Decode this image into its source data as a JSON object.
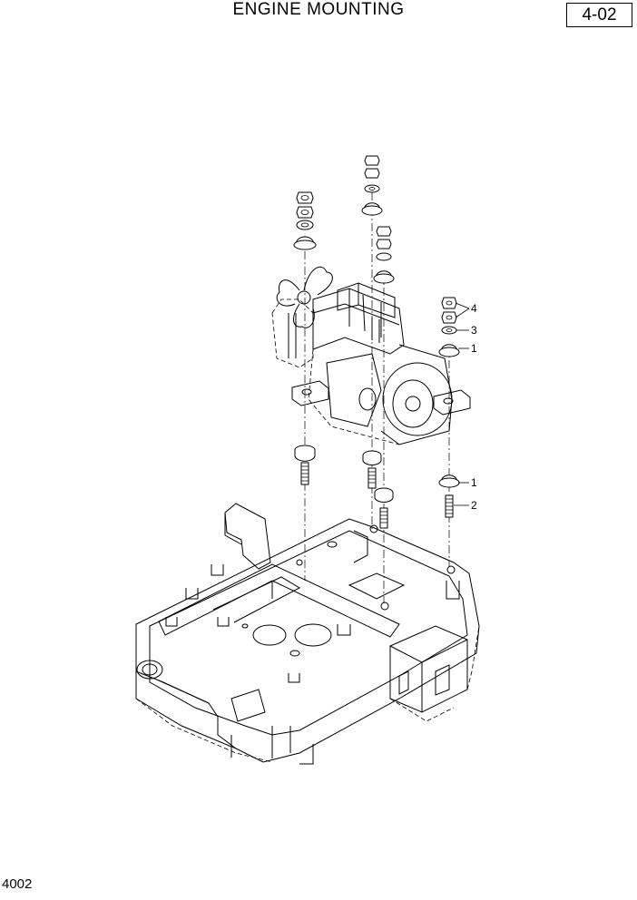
{
  "header": {
    "title": "ENGINE MOUNTING",
    "page_code": "4-02"
  },
  "footer": {
    "drawing_number": "4002"
  },
  "callouts": [
    {
      "label": "4"
    },
    {
      "label": "3"
    },
    {
      "label": "1"
    },
    {
      "label": "1"
    },
    {
      "label": "2"
    }
  ]
}
